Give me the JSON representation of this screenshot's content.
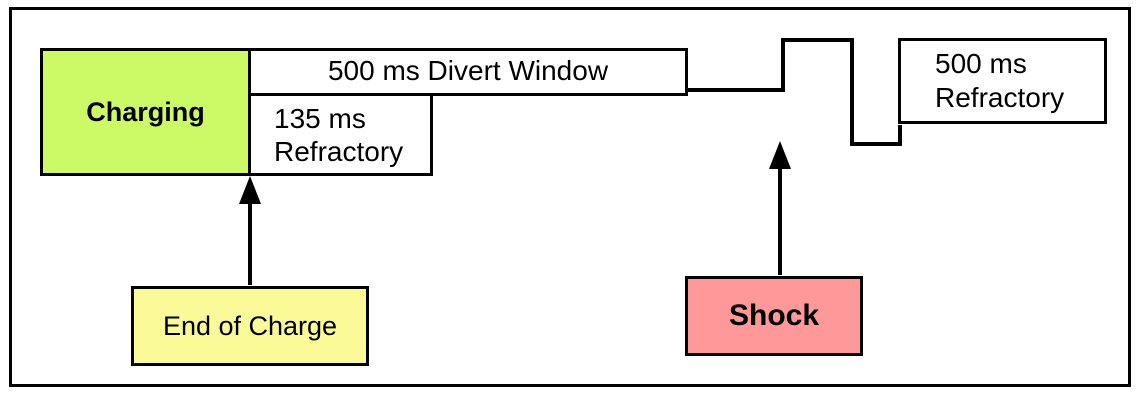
{
  "boxes": {
    "charging": {
      "label": "Charging",
      "fill": "#ccfa66"
    },
    "divert_window": {
      "label": "500 ms Divert Window",
      "fill": "#ffffff"
    },
    "refractory_short": {
      "line1": "135 ms",
      "line2": "Refractory",
      "fill": "#ffffff"
    },
    "refractory_long": {
      "line1": "500 ms",
      "line2": "Refractory",
      "fill": "#ffffff"
    },
    "end_of_charge": {
      "label": "End of Charge",
      "fill": "#fafa99"
    },
    "shock": {
      "label": "Shock",
      "fill": "#ff9898"
    }
  },
  "colors": {
    "line": "#000000",
    "border": "#000000",
    "background": "#ffffff"
  }
}
